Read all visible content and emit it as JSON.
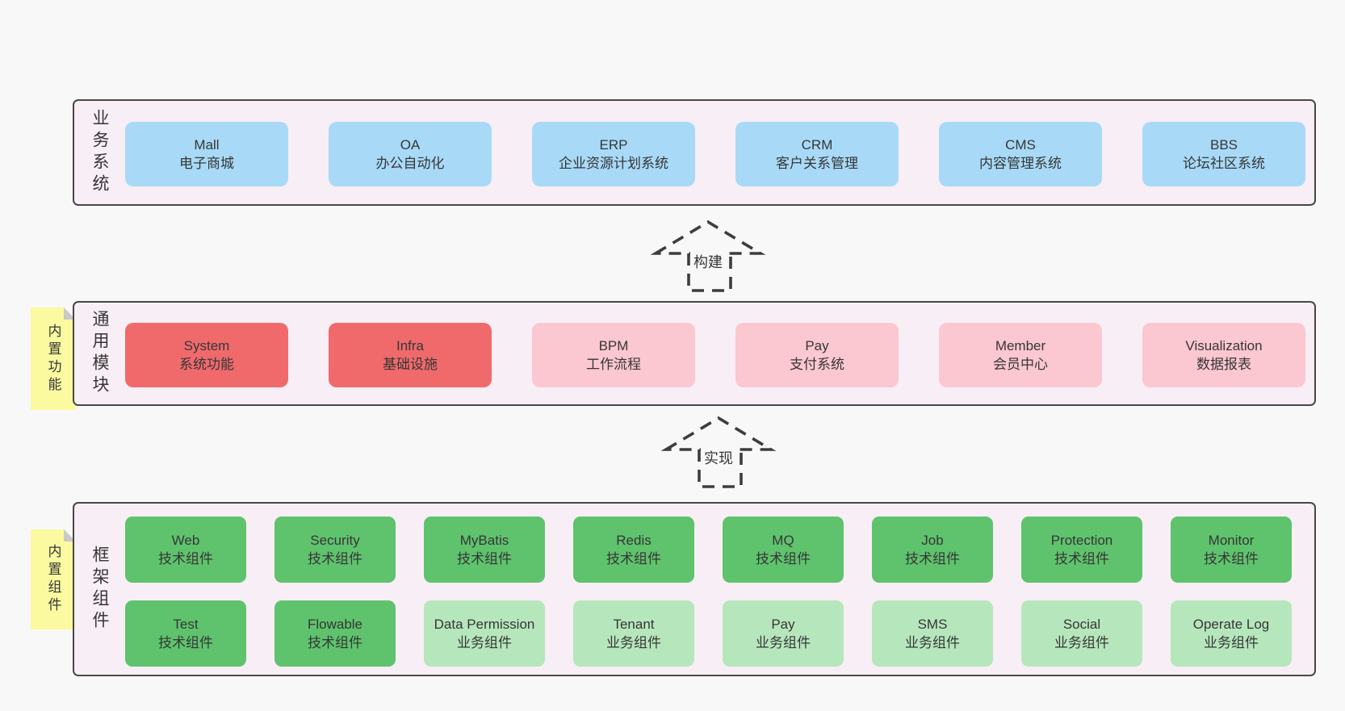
{
  "colors": {
    "page-bg": "#f8f8f8",
    "band-bg": "#f8eef6",
    "band-border": "#474747",
    "blue": "#a8daf7",
    "red": "#f06a6c",
    "pink": "#fbc7d0",
    "green": "#5fc36d",
    "lightgreen": "#b6e7bc",
    "sticky": "#fbfaa0",
    "sticky-fold": "#c9c9c9",
    "text": "#363636",
    "arrow": "#3d3d3d"
  },
  "arrows": [
    {
      "label": "构建"
    },
    {
      "label": "实现"
    }
  ],
  "bands": [
    {
      "id": "business-systems",
      "label": "业务系统",
      "sticky": null,
      "rows": [
        [
          {
            "title": "Mall",
            "subtitle": "电子商城",
            "variant": "blue"
          },
          {
            "title": "OA",
            "subtitle": "办公自动化",
            "variant": "blue"
          },
          {
            "title": "ERP",
            "subtitle": "企业资源计划系统",
            "variant": "blue"
          },
          {
            "title": "CRM",
            "subtitle": "客户关系管理",
            "variant": "blue"
          },
          {
            "title": "CMS",
            "subtitle": "内容管理系统",
            "variant": "blue"
          },
          {
            "title": "BBS",
            "subtitle": "论坛社区系统",
            "variant": "blue"
          }
        ]
      ]
    },
    {
      "id": "common-modules",
      "label": "通用模块",
      "sticky": {
        "label": "内置功能"
      },
      "rows": [
        [
          {
            "title": "System",
            "subtitle": "系统功能",
            "variant": "red"
          },
          {
            "title": "Infra",
            "subtitle": "基础设施",
            "variant": "red"
          },
          {
            "title": "BPM",
            "subtitle": "工作流程",
            "variant": "pink"
          },
          {
            "title": "Pay",
            "subtitle": "支付系统",
            "variant": "pink"
          },
          {
            "title": "Member",
            "subtitle": "会员中心",
            "variant": "pink"
          },
          {
            "title": "Visualization",
            "subtitle": "数据报表",
            "variant": "pink"
          }
        ]
      ]
    },
    {
      "id": "framework-components",
      "label": "框架组件",
      "sticky": {
        "label": "内置组件"
      },
      "rows": [
        [
          {
            "title": "Web",
            "subtitle": "技术组件",
            "variant": "green"
          },
          {
            "title": "Security",
            "subtitle": "技术组件",
            "variant": "green"
          },
          {
            "title": "MyBatis",
            "subtitle": "技术组件",
            "variant": "green"
          },
          {
            "title": "Redis",
            "subtitle": "技术组件",
            "variant": "green"
          },
          {
            "title": "MQ",
            "subtitle": "技术组件",
            "variant": "green"
          },
          {
            "title": "Job",
            "subtitle": "技术组件",
            "variant": "green"
          },
          {
            "title": "Protection",
            "subtitle": "技术组件",
            "variant": "green"
          },
          {
            "title": "Monitor",
            "subtitle": "技术组件",
            "variant": "green"
          }
        ],
        [
          {
            "title": "Test",
            "subtitle": "技术组件",
            "variant": "green"
          },
          {
            "title": "Flowable",
            "subtitle": "技术组件",
            "variant": "green"
          },
          {
            "title": "Data Permission",
            "subtitle": "业务组件",
            "variant": "lightgreen"
          },
          {
            "title": "Tenant",
            "subtitle": "业务组件",
            "variant": "lightgreen"
          },
          {
            "title": "Pay",
            "subtitle": "业务组件",
            "variant": "lightgreen"
          },
          {
            "title": "SMS",
            "subtitle": "业务组件",
            "variant": "lightgreen"
          },
          {
            "title": "Social",
            "subtitle": "业务组件",
            "variant": "lightgreen"
          },
          {
            "title": "Operate Log",
            "subtitle": "业务组件",
            "variant": "lightgreen"
          }
        ]
      ]
    }
  ]
}
